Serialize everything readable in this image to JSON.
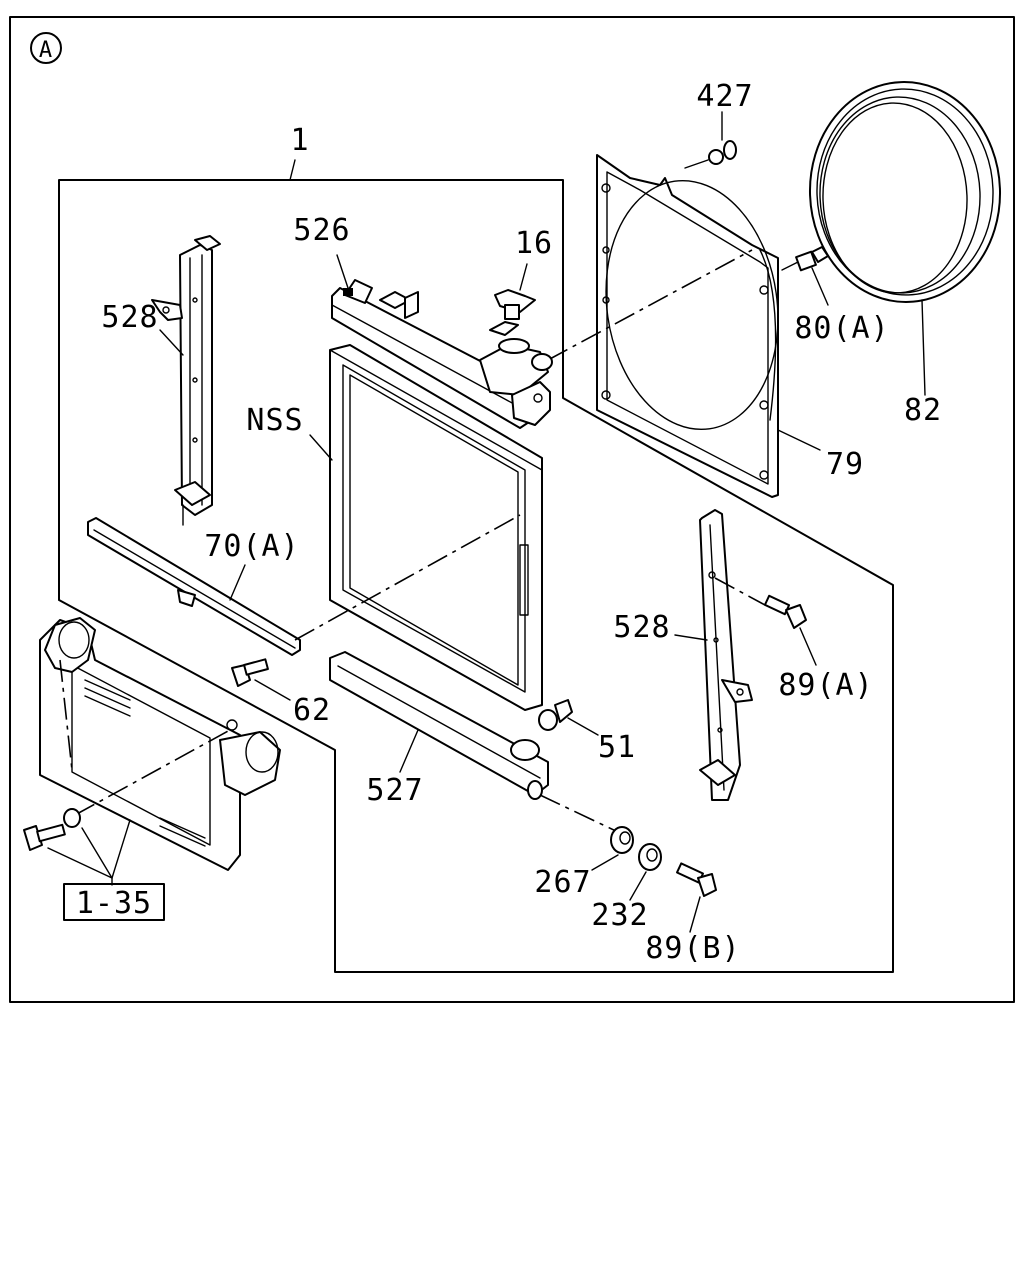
{
  "diagram": {
    "view_marker": "A",
    "callouts": {
      "assembly": "1",
      "reservoir": "526",
      "cap": "16",
      "bolt_427": "427",
      "bolt_80a": "80(A)",
      "ring": "82",
      "shroud": "79",
      "bracket_left": "528",
      "core": "NSS",
      "plate": "70(A)",
      "bolt_62": "62",
      "lower_tank": "527",
      "plug": "51",
      "bracket_right": "528",
      "bolt_89a": "89(A)",
      "cushion": "267",
      "washer": "232",
      "bolt_89b": "89(B)",
      "ref": "1-35"
    }
  }
}
